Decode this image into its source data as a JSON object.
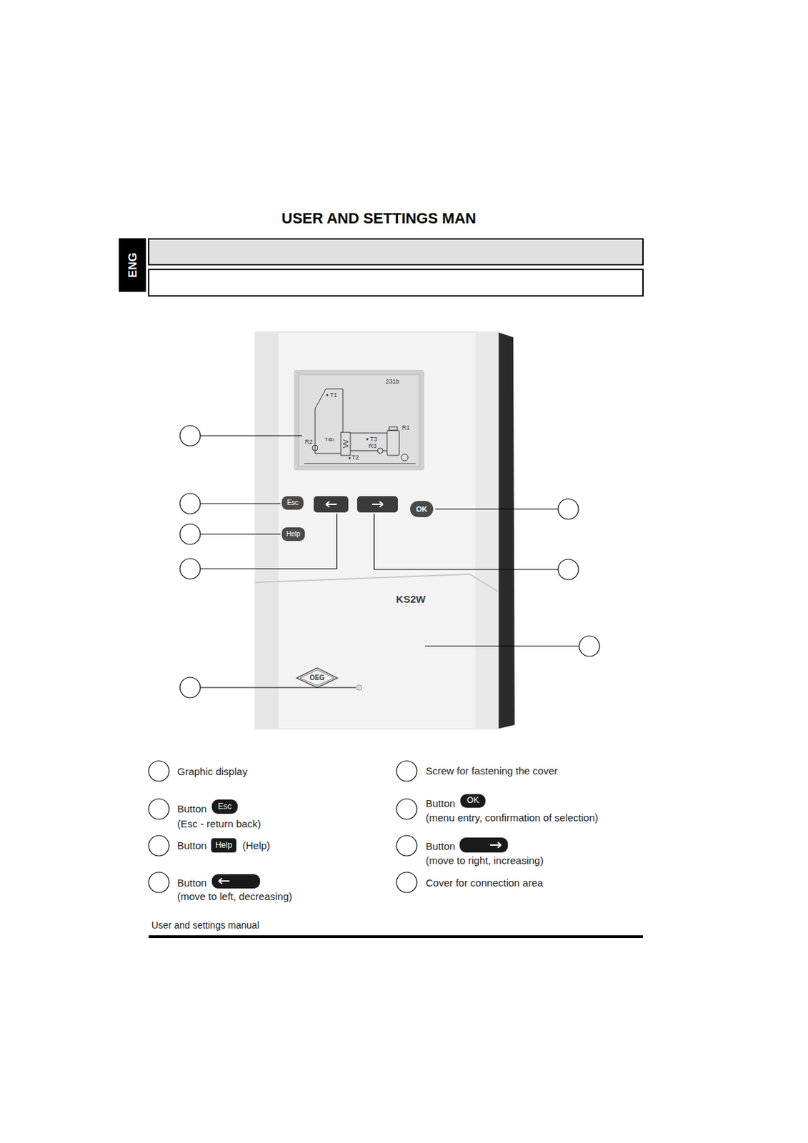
{
  "diagram": {
    "title": "USER AND SETTINGS MAN",
    "nodes": [
      {
        "text": [
          "ENG"
        ]
      },
      {
        "text": [
          "KS2W"
        ]
      },
      {
        "text": [
          "231b"
        ],
        "in": 1
      },
      {
        "text": [
          "Esc"
        ],
        "in": 1
      },
      {
        "text": [
          "Help"
        ],
        "in": 1
      },
      {
        "text": [
          "OK"
        ],
        "in": 1
      },
      {
        "text": [
          "Esc"
        ]
      },
      {
        "text": [
          "Help"
        ]
      },
      {
        "text": [
          "OK"
        ]
      }
    ],
    "labels": [
      "T1",
      "T4b",
      "R2",
      "T3",
      "R1",
      "R3",
      "T2",
      "OEG",
      "Graphic display",
      "Button",
      "(Esc - return back)",
      "Button",
      "(Help)",
      "Button",
      "(move to left, decreasing)",
      "Screw for fastening the cover",
      "Button",
      "(menu entry, confirmation of selection)",
      "Button",
      "(move to right, increasing)",
      "Cover for connection area",
      "User and settings manual"
    ]
  }
}
